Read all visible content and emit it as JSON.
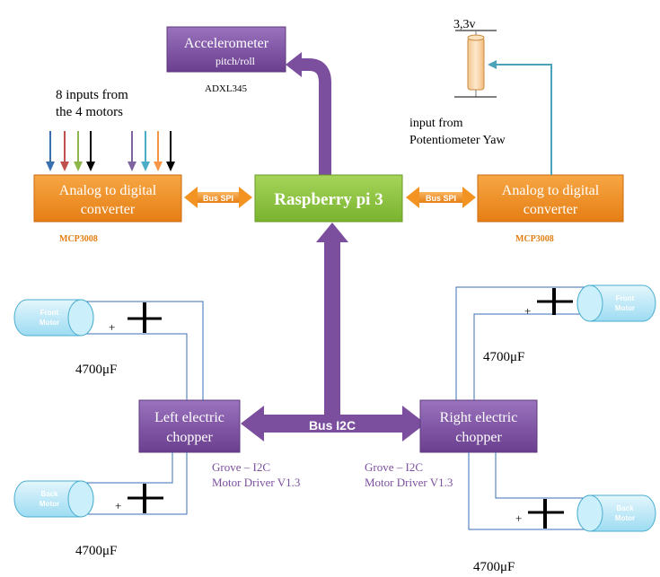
{
  "blocks": {
    "accelerometer": {
      "title": "Accelerometer",
      "subtitle": "pitch/roll",
      "part": "ADXL345"
    },
    "raspberry": {
      "title": "Raspberry pi 3"
    },
    "adc_left": {
      "line1": "Analog to digital",
      "line2": "converter",
      "part": "MCP3008"
    },
    "adc_right": {
      "line1": "Analog to digital",
      "line2": "converter",
      "part": "MCP3008"
    },
    "chopper_left": {
      "line1": "Left electric",
      "line2": "chopper",
      "driver1": "Grove – I2C",
      "driver2": "Motor Driver V1.3"
    },
    "chopper_right": {
      "line1": "Right electric",
      "line2": "chopper",
      "driver1": "Grove – I2C",
      "driver2": "Motor Driver V1.3"
    }
  },
  "labels": {
    "inputs_line1": "8 inputs from",
    "inputs_line2": "the 4 motors",
    "voltage": "3,3v",
    "pot_line1": "input from",
    "pot_line2": "Potentiometer Yaw",
    "bus_spi_left": "Bus SPI",
    "bus_spi_right": "Bus SPI",
    "bus_i2c": "Bus I2C"
  },
  "motors": {
    "front_left": {
      "line1": "Front",
      "line2": "Motor"
    },
    "back_left": {
      "line1": "Back",
      "line2": "Motor"
    },
    "front_right": {
      "line1": "Front",
      "line2": "Motor"
    },
    "back_right": {
      "line1": "Back",
      "line2": "Motor"
    }
  },
  "capacitors": {
    "cap1": "4700μF",
    "cap2": "4700μF",
    "cap3": "4700μF",
    "cap4": "4700μF",
    "plus": "+"
  },
  "colors": {
    "purple": "#7b4f9e",
    "orange": "#f39321",
    "green": "#8cc63f",
    "motor_fill": "#bfeaf7",
    "wire_blue": "#3b6fb6",
    "pot_arrow": "#4aa3b8",
    "input_arrows": [
      "#3a6fb0",
      "#c0504d",
      "#8db64a",
      "#000000",
      "#8064a2",
      "#4bacc6",
      "#f79646",
      "#000000"
    ]
  }
}
